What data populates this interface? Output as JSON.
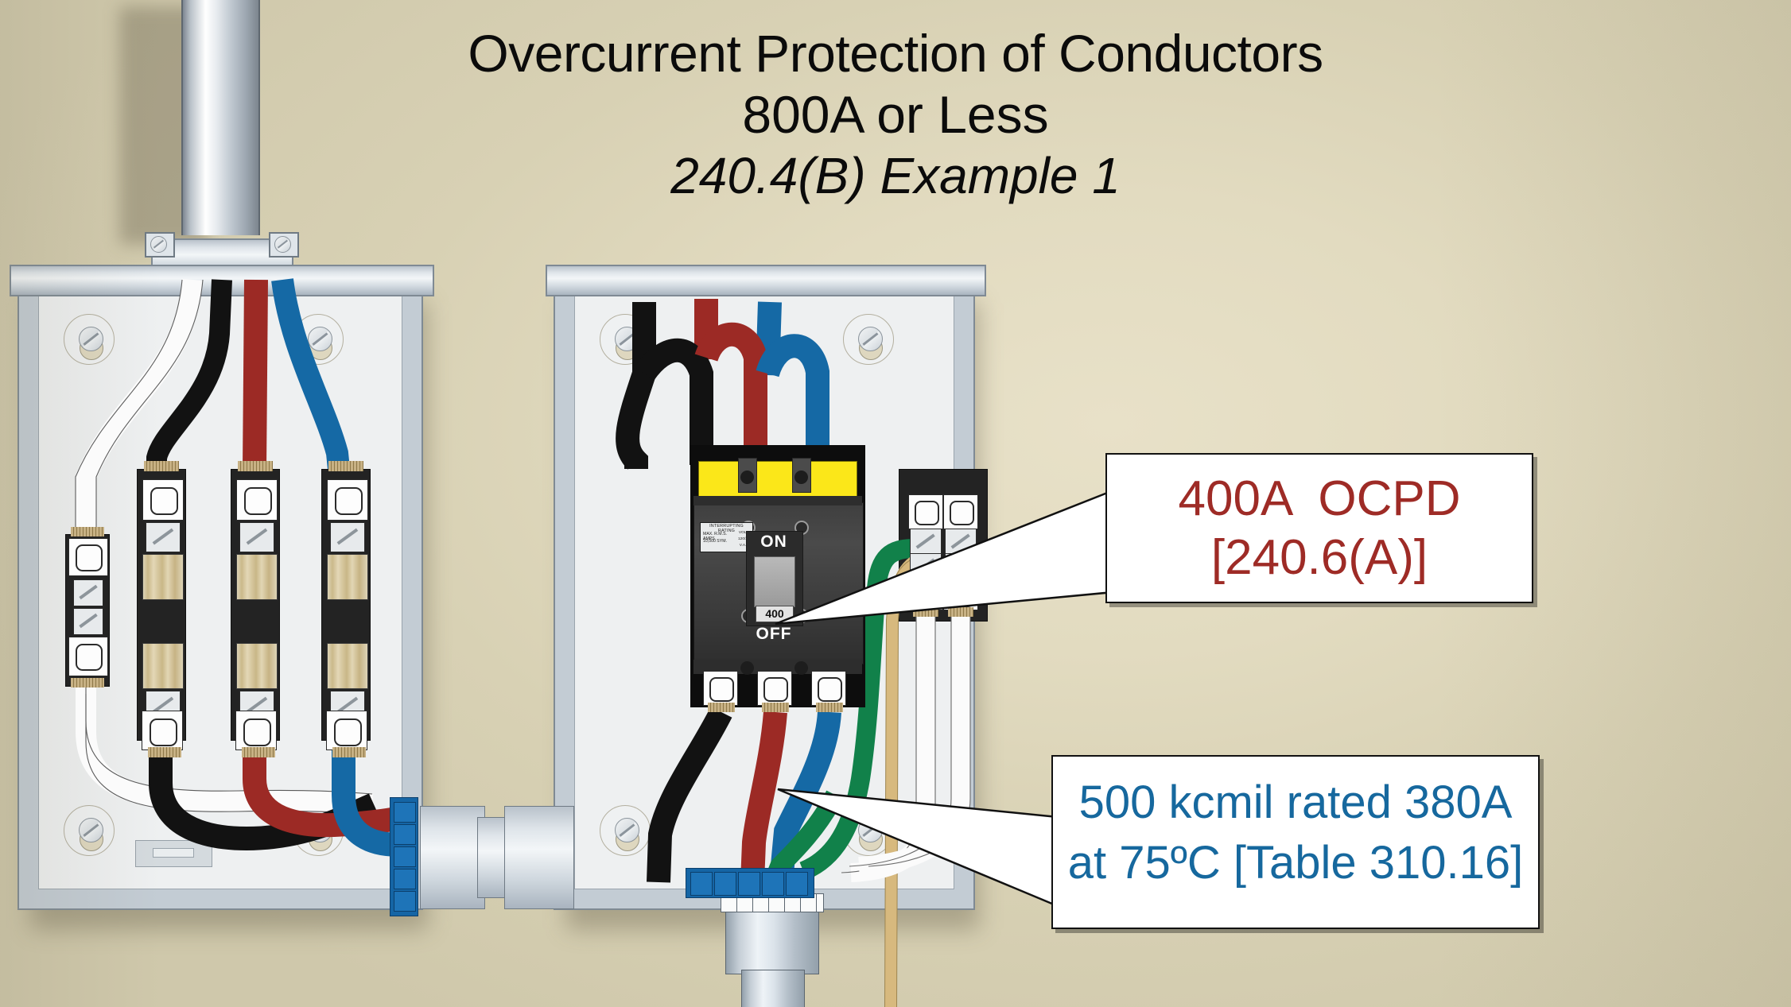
{
  "title": {
    "line1": "Overcurrent Protection of Conductors",
    "line2": "800A or Less",
    "line3": "240.4(B) Example 1"
  },
  "colors": {
    "background_tan": "#ded7bd",
    "callout_red": "#9e2b26",
    "callout_blue": "#16689e",
    "wire_black": "#121212",
    "wire_red": "#9c2a25",
    "wire_blue": "#1569a5",
    "wire_white": "#fbfbfb",
    "wire_green": "#11814a",
    "wire_bare": "#d7b97e",
    "breaker_yellow": "#fbe719",
    "enclosure_body": "#c3ccd4",
    "enclosure_interior": "#eef0f1"
  },
  "callouts": [
    {
      "id": "ocpd",
      "line1": "400A  OCPD",
      "line2": "[240.6(A)]",
      "color": "#9e2b26",
      "points_to": "breaker-rating-400"
    },
    {
      "id": "conductor",
      "line1": "500 kcmil rated 380A",
      "line2": "at 75ºC [Table 310.16]",
      "color": "#16689e",
      "points_to": "load-side-conductors"
    }
  ],
  "breaker": {
    "on_label": "ON",
    "off_label": "OFF",
    "rating_label": "400",
    "nameplate_line1": "INTERRUPTING RATING",
    "nameplate_line2": "MAX. R.M.S. AMPS",
    "nameplate_line3": "VOLTS",
    "nameplate_line4": "10,000  SYM.",
    "nameplate_line5": "120/240",
    "nameplate_line6": "V.A.C."
  },
  "left_enclosure": {
    "name": "junction box with terminal blocks",
    "wire_labels": [
      "white-neutral",
      "black-phase",
      "red-phase",
      "blue-phase"
    ],
    "terminal_block_count": 3,
    "neutral_bar_count": 1
  },
  "right_enclosure": {
    "name": "enclosure with 400A circuit breaker",
    "wire_labels": [
      "black-phase",
      "red-phase",
      "blue-phase",
      "green-ground",
      "bare-bond",
      "white-neutral"
    ],
    "neutral_bar_count": 1
  },
  "raceway": {
    "top_mast": "rigid conduit mast",
    "nipple": "conduit nipple between enclosures",
    "bottom_conduit": "conduit to load"
  }
}
